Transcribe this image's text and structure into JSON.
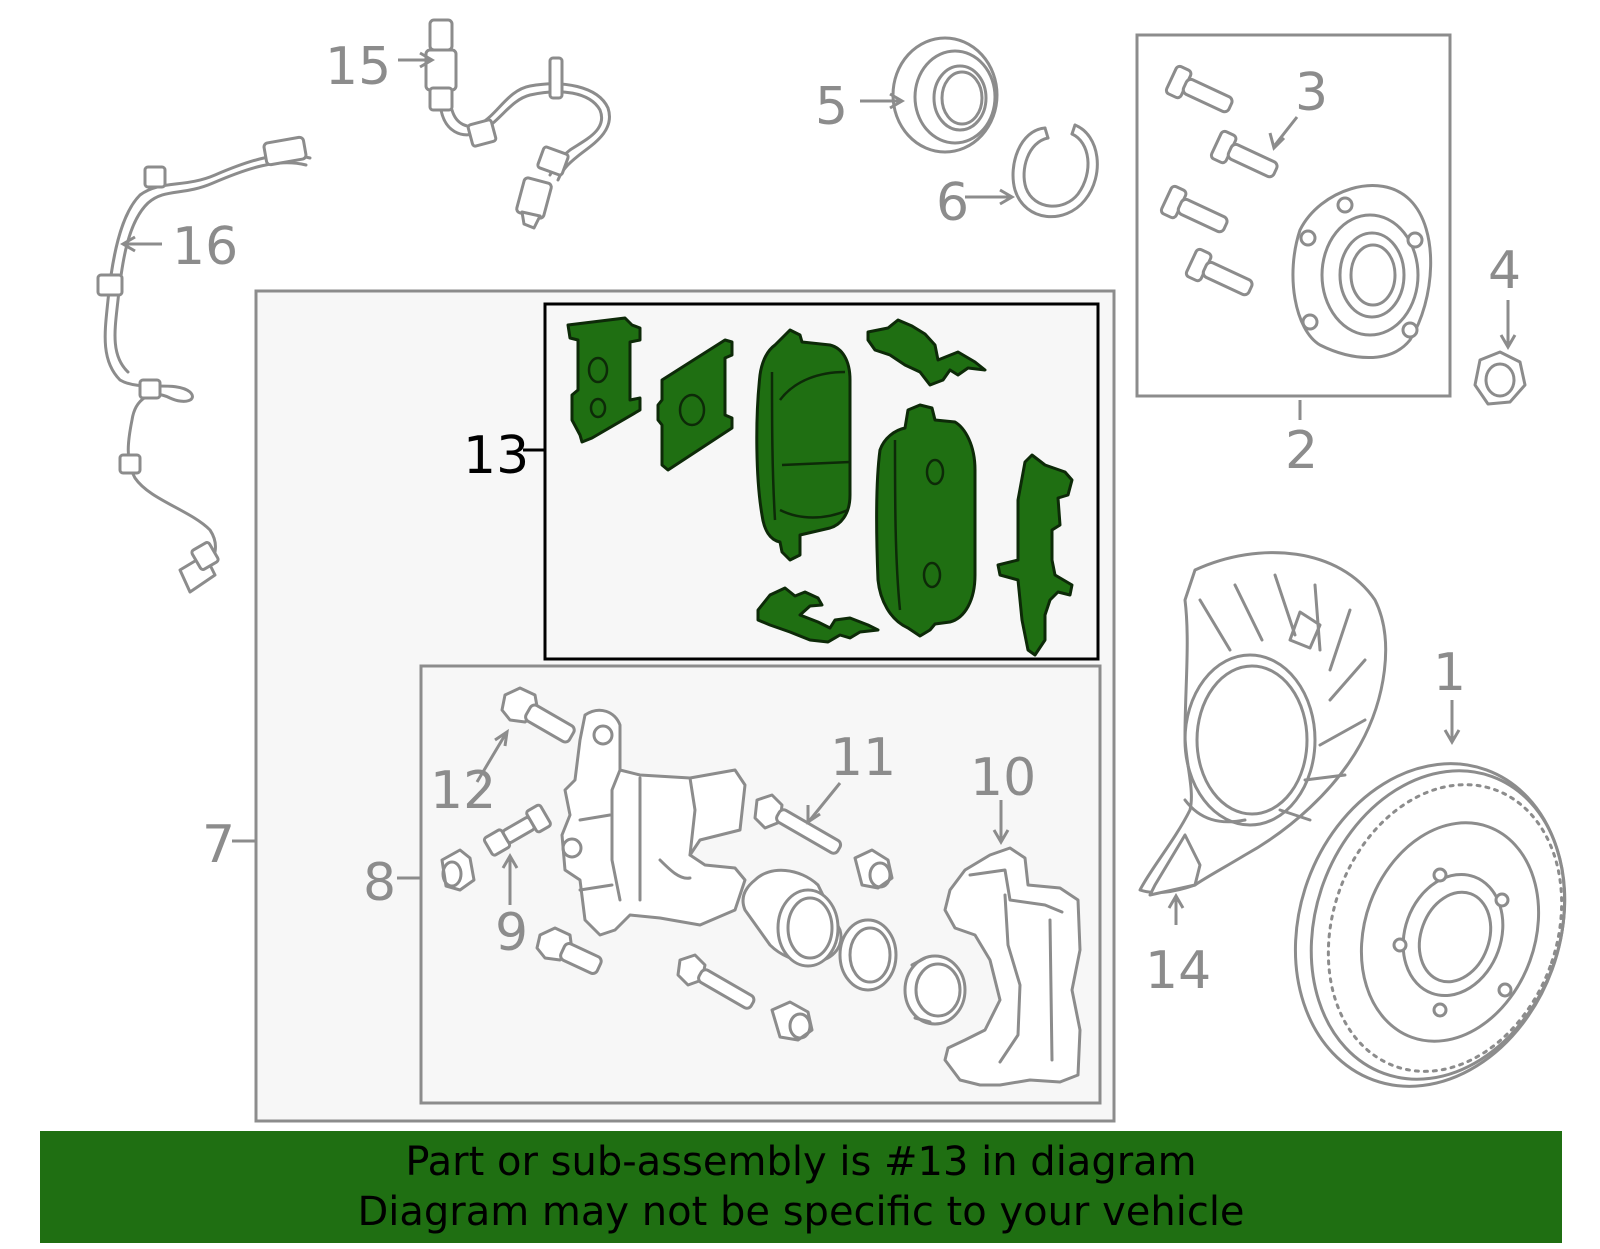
{
  "callouts": {
    "c1": "1",
    "c2": "2",
    "c3": "3",
    "c4": "4",
    "c5": "5",
    "c6": "6",
    "c7": "7",
    "c8": "8",
    "c9": "9",
    "c10": "10",
    "c11": "11",
    "c12": "12",
    "c13": "13",
    "c14": "14",
    "c15": "15",
    "c16": "16"
  },
  "highlight": {
    "part_number": "13",
    "color": "#1f6f12"
  },
  "colors": {
    "line": "#8c8c8c",
    "highlight_fill": "#1f6f12",
    "banner": "#1f6f12"
  },
  "banner": {
    "line1": "Part or sub-assembly is #13 in diagram",
    "line2": "Diagram may not be specific to your vehicle"
  }
}
